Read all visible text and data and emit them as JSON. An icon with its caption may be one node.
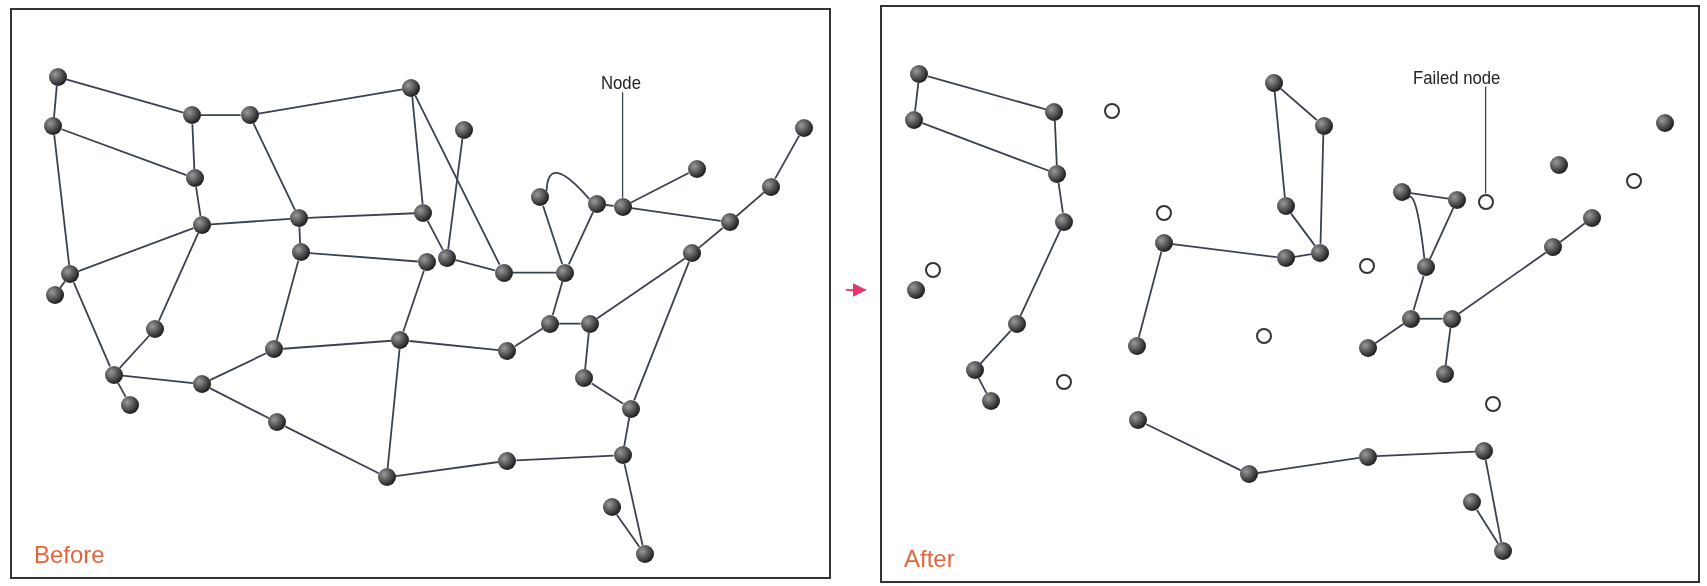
{
  "diagram": {
    "nodes": [
      {
        "text": [
          "Before"
        ]
      },
      {
        "text": [],
        "shape": "circle",
        "in": 0
      },
      {
        "text": [],
        "shape": "circle",
        "in": 0
      },
      {
        "text": [],
        "shape": "circle",
        "in": 0
      },
      {
        "text": [],
        "shape": "circle",
        "in": 0
      },
      {
        "text": [],
        "shape": "circle",
        "in": 0
      },
      {
        "text": [],
        "shape": "circle",
        "in": 0
      },
      {
        "text": [],
        "shape": "circle",
        "in": 0
      },
      {
        "text": [],
        "shape": "circle",
        "in": 0
      },
      {
        "text": [],
        "shape": "circle",
        "in": 0
      },
      {
        "text": [],
        "shape": "circle",
        "in": 0
      },
      {
        "text": [],
        "shape": "circle",
        "in": 0
      },
      {
        "text": [],
        "shape": "circle",
        "in": 0
      },
      {
        "text": [],
        "shape": "circle",
        "in": 0
      },
      {
        "text": [],
        "shape": "circle",
        "in": 0
      },
      {
        "text": [],
        "shape": "circle",
        "in": 0
      },
      {
        "text": [],
        "shape": "circle",
        "in": 0
      },
      {
        "text": [],
        "shape": "circle",
        "in": 0
      },
      {
        "text": [],
        "shape": "circle",
        "in": 0
      },
      {
        "text": [],
        "shape": "circle",
        "in": 0
      },
      {
        "text": [],
        "shape": "circle",
        "in": 0
      },
      {
        "text": [],
        "shape": "circle",
        "in": 0
      },
      {
        "text": [],
        "shape": "circle",
        "in": 0
      },
      {
        "text": [],
        "shape": "circle",
        "in": 0
      },
      {
        "text": [],
        "shape": "circle",
        "in": 0
      },
      {
        "text": [],
        "shape": "circle",
        "in": 0
      },
      {
        "text": [],
        "shape": "circle",
        "in": 0
      },
      {
        "text": [],
        "shape": "circle",
        "in": 0
      },
      {
        "text": [],
        "shape": "circle",
        "in": 0
      },
      {
        "text": [],
        "shape": "circle",
        "in": 0
      },
      {
        "text": [],
        "shape": "circle",
        "in": 0
      },
      {
        "text": [],
        "shape": "circle",
        "in": 0
      },
      {
        "text": [],
        "shape": "circle",
        "in": 0
      },
      {
        "text": [],
        "shape": "circle",
        "in": 0
      },
      {
        "text": [],
        "shape": "circle",
        "in": 0
      },
      {
        "text": [],
        "shape": "circle",
        "in": 0
      },
      {
        "text": [],
        "shape": "circle",
        "in": 0
      },
      {
        "text": [],
        "shape": "circle",
        "in": 0
      },
      {
        "text": [],
        "shape": "circle",
        "in": 0
      },
      {
        "text": [],
        "shape": "circle",
        "in": 0
      },
      {
        "text": [],
        "shape": "circle",
        "in": 0
      },
      {
        "text": [],
        "shape": "circle",
        "in": 0
      },
      {
        "text": [],
        "shape": "circle",
        "in": 0
      },
      {
        "text": [
          "Node"
        ],
        "in": 0
      },
      {
        "text": [
          "After"
        ]
      },
      {
        "text": [],
        "shape": "circle",
        "in": 44
      },
      {
        "text": [],
        "shape": "circle",
        "in": 44
      },
      {
        "text": [],
        "shape": "circle",
        "in": 44
      },
      {
        "text": [],
        "shape": "circle",
        "in": 44
      },
      {
        "text": [],
        "shape": "circle",
        "in": 44
      },
      {
        "text": [],
        "shape": "circle",
        "in": 44
      },
      {
        "text": [],
        "shape": "circle",
        "in": 44
      },
      {
        "text": [],
        "shape": "circle",
        "in": 44
      },
      {
        "text": [],
        "shape": "circle",
        "in": 44
      },
      {
        "text": [],
        "shape": "circle",
        "in": 44
      },
      {
        "text": [],
        "shape": "circle",
        "in": 44
      },
      {
        "text": [],
        "shape": "circle",
        "in": 44
      },
      {
        "text": [],
        "shape": "circle",
        "in": 44
      },
      {
        "text": [],
        "shape": "circle",
        "in": 44
      },
      {
        "text": [],
        "shape": "circle",
        "in": 44
      },
      {
        "text": [],
        "shape": "circle",
        "in": 44
      },
      {
        "text": [],
        "shape": "circle",
        "in": 44
      },
      {
        "text": [],
        "shape": "circle",
        "in": 44
      },
      {
        "text": [],
        "shape": "circle",
        "in": 44
      },
      {
        "text": [],
        "shape": "circle",
        "in": 44
      },
      {
        "text": [],
        "shape": "circle",
        "in": 44
      },
      {
        "text": [],
        "shape": "circle",
        "in": 44
      },
      {
        "text": [],
        "shape": "circle",
        "in": 44
      },
      {
        "text": [],
        "shape": "circle",
        "in": 44
      },
      {
        "text": [],
        "shape": "circle",
        "in": 44
      },
      {
        "text": [],
        "shape": "circle",
        "in": 44
      },
      {
        "text": [],
        "shape": "circle",
        "in": 44
      },
      {
        "text": [],
        "shape": "circle",
        "in": 44
      },
      {
        "text": [],
        "shape": "circle",
        "in": 44
      },
      {
        "text": [],
        "shape": "circle",
        "in": 44
      },
      {
        "text": [],
        "shape": "circle",
        "in": 44
      },
      {
        "text": [],
        "shape": "circle",
        "in": 44
      },
      {
        "text": [],
        "shape": "circle",
        "in": 44
      },
      {
        "text": [],
        "shape": "circle",
        "in": 44
      },
      {
        "text": [],
        "shape": "circle",
        "in": 44
      },
      {
        "text": [],
        "shape": "circle",
        "in": 44
      },
      {
        "text": [],
        "shape": "circle",
        "in": 44
      },
      {
        "text": [],
        "shape": "circle",
        "in": 44
      },
      {
        "text": [],
        "shape": "circle",
        "in": 44
      },
      {
        "text": [],
        "shape": "circle",
        "in": 44
      },
      {
        "text": [],
        "shape": "circle",
        "in": 44
      },
      {
        "text": [],
        "shape": "circle",
        "in": 44
      },
      {
        "text": [
          "Failed node"
        ],
        "in": 44
      }
    ],
    "edges": [
      {
        "from": 1,
        "to": 2,
        "arrow": "none"
      },
      {
        "from": 1,
        "to": 3,
        "arrow": "none"
      },
      {
        "from": 2,
        "to": 7,
        "arrow": "none"
      },
      {
        "from": 3,
        "to": 4,
        "arrow": "none"
      },
      {
        "from": 4,
        "to": 5,
        "arrow": "none"
      },
      {
        "from": 3,
        "to": 7,
        "arrow": "none"
      },
      {
        "from": 7,
        "to": 8,
        "arrow": "none"
      },
      {
        "from": 4,
        "to": 9,
        "arrow": "none"
      },
      {
        "from": 5,
        "to": 10,
        "arrow": "none"
      },
      {
        "from": 5,
        "to": 14,
        "arrow": "none"
      },
      {
        "from": 6,
        "to": 13,
        "arrow": "none"
      },
      {
        "from": 10,
        "to": 13,
        "arrow": "none"
      },
      {
        "from": 12,
        "to": 31,
        "arrow": "none"
      },
      {
        "from": 2,
        "to": 24,
        "arrow": "none"
      },
      {
        "from": 8,
        "to": 9,
        "arrow": "none"
      },
      {
        "from": 9,
        "to": 10,
        "arrow": "none"
      },
      {
        "from": 8,
        "to": 24,
        "arrow": "none"
      },
      {
        "from": 8,
        "to": 26,
        "arrow": "none"
      },
      {
        "from": 26,
        "to": 27,
        "arrow": "none"
      },
      {
        "from": 24,
        "to": 27,
        "arrow": "none"
      },
      {
        "from": 25,
        "to": 24,
        "arrow": "none"
      },
      {
        "from": 27,
        "to": 28,
        "arrow": "none"
      },
      {
        "from": 27,
        "to": 29,
        "arrow": "none"
      },
      {
        "from": 29,
        "to": 30,
        "arrow": "none"
      },
      {
        "from": 29,
        "to": 37,
        "arrow": "none"
      },
      {
        "from": 37,
        "to": 38,
        "arrow": "none"
      },
      {
        "from": 30,
        "to": 31,
        "arrow": "none"
      },
      {
        "from": 31,
        "to": 38,
        "arrow": "none"
      },
      {
        "from": 11,
        "to": 12,
        "arrow": "none"
      },
      {
        "from": 9,
        "to": 11,
        "arrow": "none"
      },
      {
        "from": 11,
        "to": 30,
        "arrow": "none"
      },
      {
        "from": 13,
        "to": 14,
        "arrow": "none"
      },
      {
        "from": 14,
        "to": 15,
        "arrow": "none"
      },
      {
        "from": 15,
        "to": 16,
        "arrow": "none"
      },
      {
        "from": 16,
        "to": 17,
        "arrow": "none"
      },
      {
        "from": 15,
        "to": 17,
        "arrow": "none"
      },
      {
        "from": 17,
        "to": 18,
        "arrow": "none"
      },
      {
        "from": 18,
        "to": 19,
        "arrow": "none"
      },
      {
        "from": 18,
        "to": 22,
        "arrow": "none"
      },
      {
        "from": 22,
        "to": 20,
        "arrow": "none"
      },
      {
        "from": 20,
        "to": 21,
        "arrow": "none"
      },
      {
        "from": 22,
        "to": 23,
        "arrow": "none"
      },
      {
        "from": 23,
        "to": 34,
        "arrow": "none"
      },
      {
        "from": 15,
        "to": 33,
        "arrow": "none"
      },
      {
        "from": 33,
        "to": 32,
        "arrow": "none"
      },
      {
        "from": 32,
        "to": 31,
        "arrow": "none"
      },
      {
        "from": 33,
        "to": 34,
        "arrow": "none"
      },
      {
        "from": 34,
        "to": 35,
        "arrow": "none"
      },
      {
        "from": 35,
        "to": 36,
        "arrow": "none"
      },
      {
        "from": 23,
        "to": 36,
        "arrow": "none"
      },
      {
        "from": 36,
        "to": 40,
        "arrow": "none"
      },
      {
        "from": 40,
        "to": 39,
        "arrow": "none"
      },
      {
        "from": 39,
        "to": 38,
        "arrow": "none"
      },
      {
        "from": 40,
        "to": 42,
        "arrow": "none"
      },
      {
        "from": 41,
        "to": 42,
        "arrow": "none"
      },
      {
        "from": 43,
        "to": 18,
        "arrow": "none"
      },
      {
        "from": 0,
        "to": 44,
        "arrow": "to",
        "color": "#e8336b"
      },
      {
        "from": 45,
        "to": 46,
        "arrow": "none"
      },
      {
        "from": 45,
        "to": 47,
        "arrow": "none"
      },
      {
        "from": 46,
        "to": 48,
        "arrow": "none"
      },
      {
        "from": 47,
        "to": 48,
        "arrow": "none"
      },
      {
        "from": 48,
        "to": 49,
        "arrow": "none"
      },
      {
        "from": 49,
        "to": 50,
        "arrow": "none"
      },
      {
        "from": 50,
        "to": 51,
        "arrow": "none"
      },
      {
        "from": 51,
        "to": 52,
        "arrow": "none"
      },
      {
        "from": 54,
        "to": 59,
        "arrow": "none"
      },
      {
        "from": 54,
        "to": 55,
        "arrow": "none"
      },
      {
        "from": 56,
        "to": 57,
        "arrow": "none"
      },
      {
        "from": 56,
        "to": 58,
        "arrow": "none"
      },
      {
        "from": 58,
        "to": 60,
        "arrow": "none"
      },
      {
        "from": 57,
        "to": 60,
        "arrow": "none"
      },
      {
        "from": 59,
        "to": 60,
        "arrow": "none"
      },
      {
        "from": 61,
        "to": 62,
        "arrow": "none"
      },
      {
        "from": 61,
        "to": 63,
        "arrow": "none"
      },
      {
        "from": 62,
        "to": 63,
        "arrow": "none"
      },
      {
        "from": 63,
        "to": 64,
        "arrow": "none"
      },
      {
        "from": 64,
        "to": 65,
        "arrow": "none"
      },
      {
        "from": 64,
        "to": 66,
        "arrow": "none"
      },
      {
        "from": 65,
        "to": 67,
        "arrow": "none"
      },
      {
        "from": 65,
        "to": 68,
        "arrow": "none"
      },
      {
        "from": 68,
        "to": 69,
        "arrow": "none"
      },
      {
        "from": 72,
        "to": 73,
        "arrow": "none"
      },
      {
        "from": 73,
        "to": 74,
        "arrow": "none"
      },
      {
        "from": 74,
        "to": 75,
        "arrow": "none"
      },
      {
        "from": 75,
        "to": 77,
        "arrow": "none"
      },
      {
        "from": 76,
        "to": 77,
        "arrow": "none"
      },
      {
        "from": 87,
        "to": 84,
        "arrow": "none"
      }
    ]
  }
}
